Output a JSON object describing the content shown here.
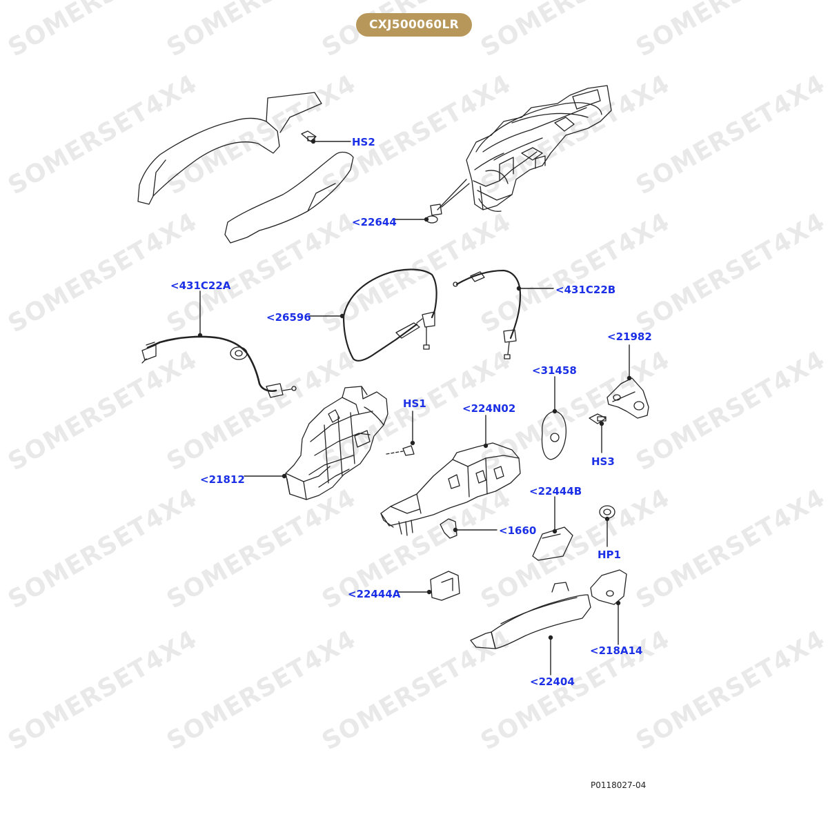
{
  "badge": "CXJ500060LR",
  "watermark": "SOMERSET4X4",
  "reference": "P0118027-04",
  "callouts": {
    "hs2": "HS2",
    "p22644": "<22644",
    "p431c22a": "<431C22A",
    "p26596": "<26596",
    "p431c22b": "<431C22B",
    "p21982": "<21982",
    "p31458": "<31458",
    "hs1": "HS1",
    "p224n02": "<224N02",
    "hs3": "HS3",
    "p21812": "<21812",
    "p22444b": "<22444B",
    "hp1": "HP1",
    "p1660": "<1660",
    "p22444a": "<22444A",
    "p218a14": "<218A14",
    "p22404": "<22404"
  },
  "colors": {
    "badge": "#b8985a",
    "callout": "#1a2fe6",
    "line": "#222222",
    "watermark": "#e9e9e9"
  }
}
